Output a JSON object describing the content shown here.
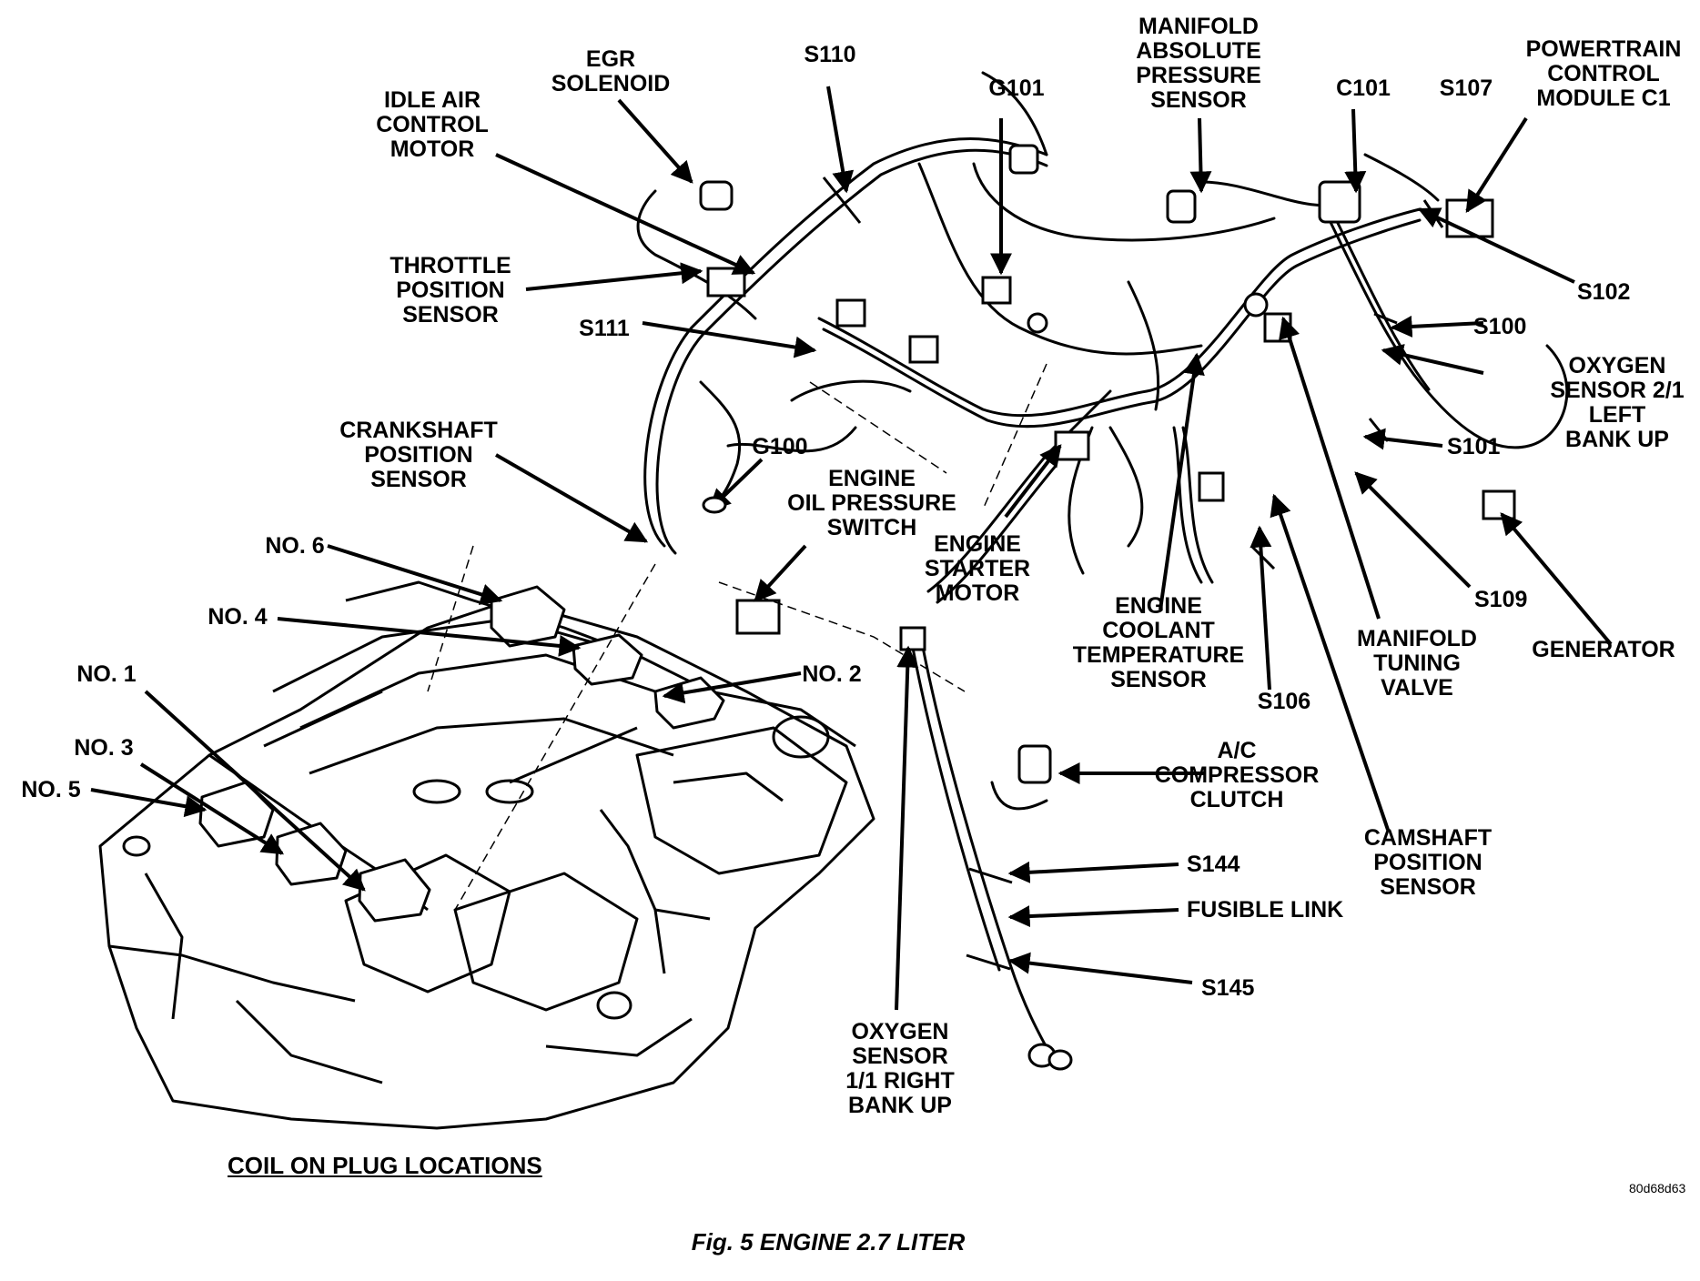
{
  "labels": {
    "egr_solenoid": [
      "EGR",
      "SOLENOID"
    ],
    "s110": [
      "S110"
    ],
    "idle_air_control_motor": [
      "IDLE AIR",
      "CONTROL",
      "MOTOR"
    ],
    "g101": [
      "G101"
    ],
    "manifold_absolute_pressure_sensor": [
      "MANIFOLD",
      "ABSOLUTE",
      "PRESSURE",
      "SENSOR"
    ],
    "c101": [
      "C101"
    ],
    "s107": [
      "S107"
    ],
    "powertrain_control_module_c1": [
      "POWERTRAIN",
      "CONTROL",
      "MODULE C1"
    ],
    "throttle_position_sensor": [
      "THROTTLE",
      "POSITION",
      "SENSOR"
    ],
    "s102": [
      "S102"
    ],
    "s111": [
      "S111"
    ],
    "s100": [
      "S100"
    ],
    "oxygen_sensor_2_1": [
      "OXYGEN",
      "SENSOR 2/1",
      "LEFT",
      "BANK UP"
    ],
    "crankshaft_position_sensor": [
      "CRANKSHAFT",
      "POSITION",
      "SENSOR"
    ],
    "g100": [
      "G100"
    ],
    "engine_oil_pressure_switch": [
      "ENGINE",
      "OIL PRESSURE",
      "SWITCH"
    ],
    "s101": [
      "S101"
    ],
    "no6": [
      "NO. 6"
    ],
    "engine_starter_motor": [
      "ENGINE",
      "STARTER",
      "MOTOR"
    ],
    "s109": [
      "S109"
    ],
    "no4": [
      "NO. 4"
    ],
    "engine_coolant_temperature_sensor": [
      "ENGINE",
      "COOLANT",
      "TEMPERATURE",
      "SENSOR"
    ],
    "manifold_tuning_valve": [
      "MANIFOLD",
      "TUNING",
      "VALVE"
    ],
    "generator": [
      "GENERATOR"
    ],
    "no1": [
      "NO. 1"
    ],
    "no2": [
      "NO. 2"
    ],
    "s106": [
      "S106"
    ],
    "no3": [
      "NO. 3"
    ],
    "ac_compressor_clutch": [
      "A/C",
      "COMPRESSOR",
      "CLUTCH"
    ],
    "no5": [
      "NO. 5"
    ],
    "camshaft_position_sensor": [
      "CAMSHAFT",
      "POSITION",
      "SENSOR"
    ],
    "s144": [
      "S144"
    ],
    "fusible_link": [
      "FUSIBLE LINK"
    ],
    "s145": [
      "S145"
    ],
    "oxygen_sensor_1_1": [
      "OXYGEN",
      "SENSOR",
      "1/1 RIGHT",
      "BANK UP"
    ]
  },
  "coil_title": "COIL ON PLUG LOCATIONS",
  "figure_code": "80d68d63",
  "caption": "Fig. 5 ENGINE 2.7 LITER"
}
